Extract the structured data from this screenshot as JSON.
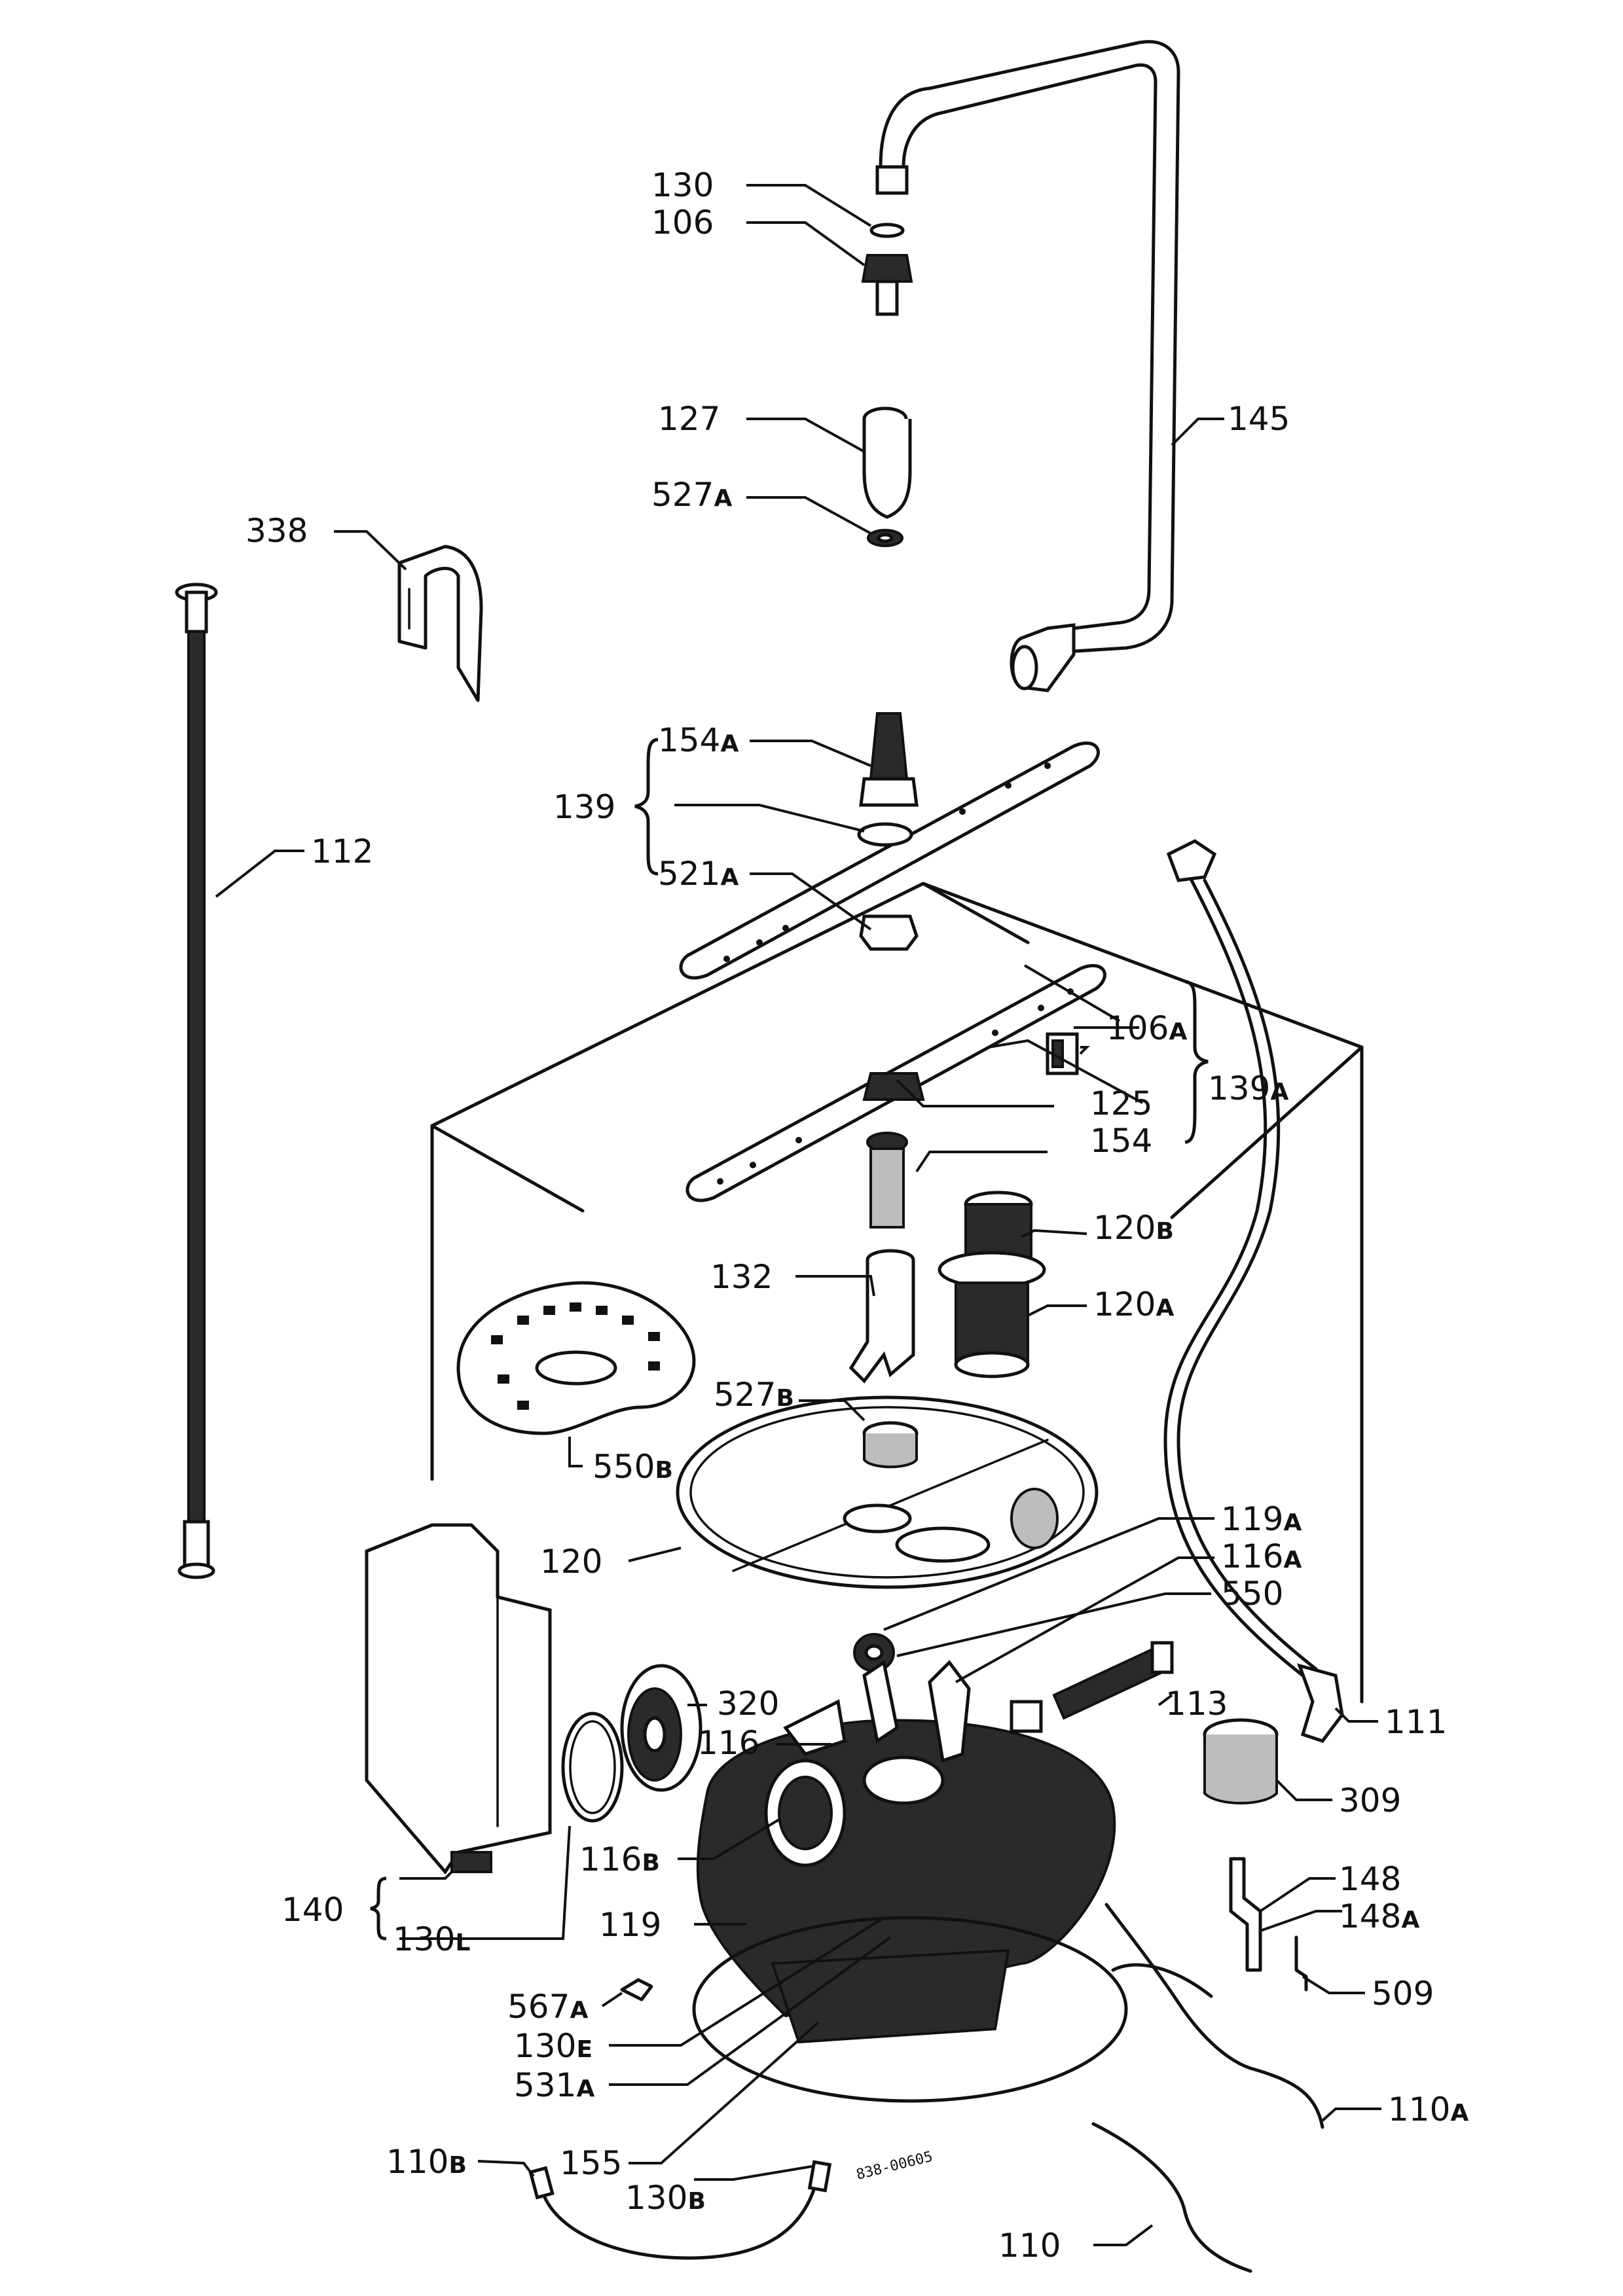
{
  "diagram": {
    "stamp": "838-00605",
    "labels": [
      {
        "id": "l130",
        "num": "130",
        "suffix": ""
      },
      {
        "id": "l106",
        "num": "106",
        "suffix": ""
      },
      {
        "id": "l127",
        "num": "127",
        "suffix": ""
      },
      {
        "id": "l527a",
        "num": "527",
        "suffix": "A"
      },
      {
        "id": "l145",
        "num": "145",
        "suffix": ""
      },
      {
        "id": "l338",
        "num": "338",
        "suffix": ""
      },
      {
        "id": "l112",
        "num": "112",
        "suffix": ""
      },
      {
        "id": "l154a",
        "num": "154",
        "suffix": "A"
      },
      {
        "id": "l139",
        "num": "139",
        "suffix": ""
      },
      {
        "id": "l521a",
        "num": "521",
        "suffix": "A"
      },
      {
        "id": "l106a",
        "num": "106",
        "suffix": "A"
      },
      {
        "id": "l139a",
        "num": "139",
        "suffix": "A"
      },
      {
        "id": "l125",
        "num": "125",
        "suffix": ""
      },
      {
        "id": "l154",
        "num": "154",
        "suffix": ""
      },
      {
        "id": "l120b",
        "num": "120",
        "suffix": "B"
      },
      {
        "id": "l132",
        "num": "132",
        "suffix": ""
      },
      {
        "id": "l120a",
        "num": "120",
        "suffix": "A"
      },
      {
        "id": "l527b",
        "num": "527",
        "suffix": "B"
      },
      {
        "id": "l550b",
        "num": "550",
        "suffix": "B"
      },
      {
        "id": "l120",
        "num": "120",
        "suffix": ""
      },
      {
        "id": "l119a",
        "num": "119",
        "suffix": "A"
      },
      {
        "id": "l116a",
        "num": "116",
        "suffix": "A"
      },
      {
        "id": "l550",
        "num": "550",
        "suffix": ""
      },
      {
        "id": "l320",
        "num": "320",
        "suffix": ""
      },
      {
        "id": "l116",
        "num": "116",
        "suffix": ""
      },
      {
        "id": "l113",
        "num": "113",
        "suffix": ""
      },
      {
        "id": "l111",
        "num": "111",
        "suffix": ""
      },
      {
        "id": "l309",
        "num": "309",
        "suffix": ""
      },
      {
        "id": "l116b",
        "num": "116",
        "suffix": "B"
      },
      {
        "id": "l148",
        "num": "148",
        "suffix": ""
      },
      {
        "id": "l148a",
        "num": "148",
        "suffix": "A"
      },
      {
        "id": "l140",
        "num": "140",
        "suffix": ""
      },
      {
        "id": "l130l",
        "num": "130",
        "suffix": "L"
      },
      {
        "id": "l119",
        "num": "119",
        "suffix": ""
      },
      {
        "id": "l509",
        "num": "509",
        "suffix": ""
      },
      {
        "id": "l567a",
        "num": "567",
        "suffix": "A"
      },
      {
        "id": "l130e",
        "num": "130",
        "suffix": "E"
      },
      {
        "id": "l531a",
        "num": "531",
        "suffix": "A"
      },
      {
        "id": "l110a",
        "num": "110",
        "suffix": "A"
      },
      {
        "id": "l110b",
        "num": "110",
        "suffix": "B"
      },
      {
        "id": "l155",
        "num": "155",
        "suffix": ""
      },
      {
        "id": "l130b",
        "num": "130",
        "suffix": "B"
      },
      {
        "id": "l110",
        "num": "110",
        "suffix": ""
      }
    ]
  }
}
